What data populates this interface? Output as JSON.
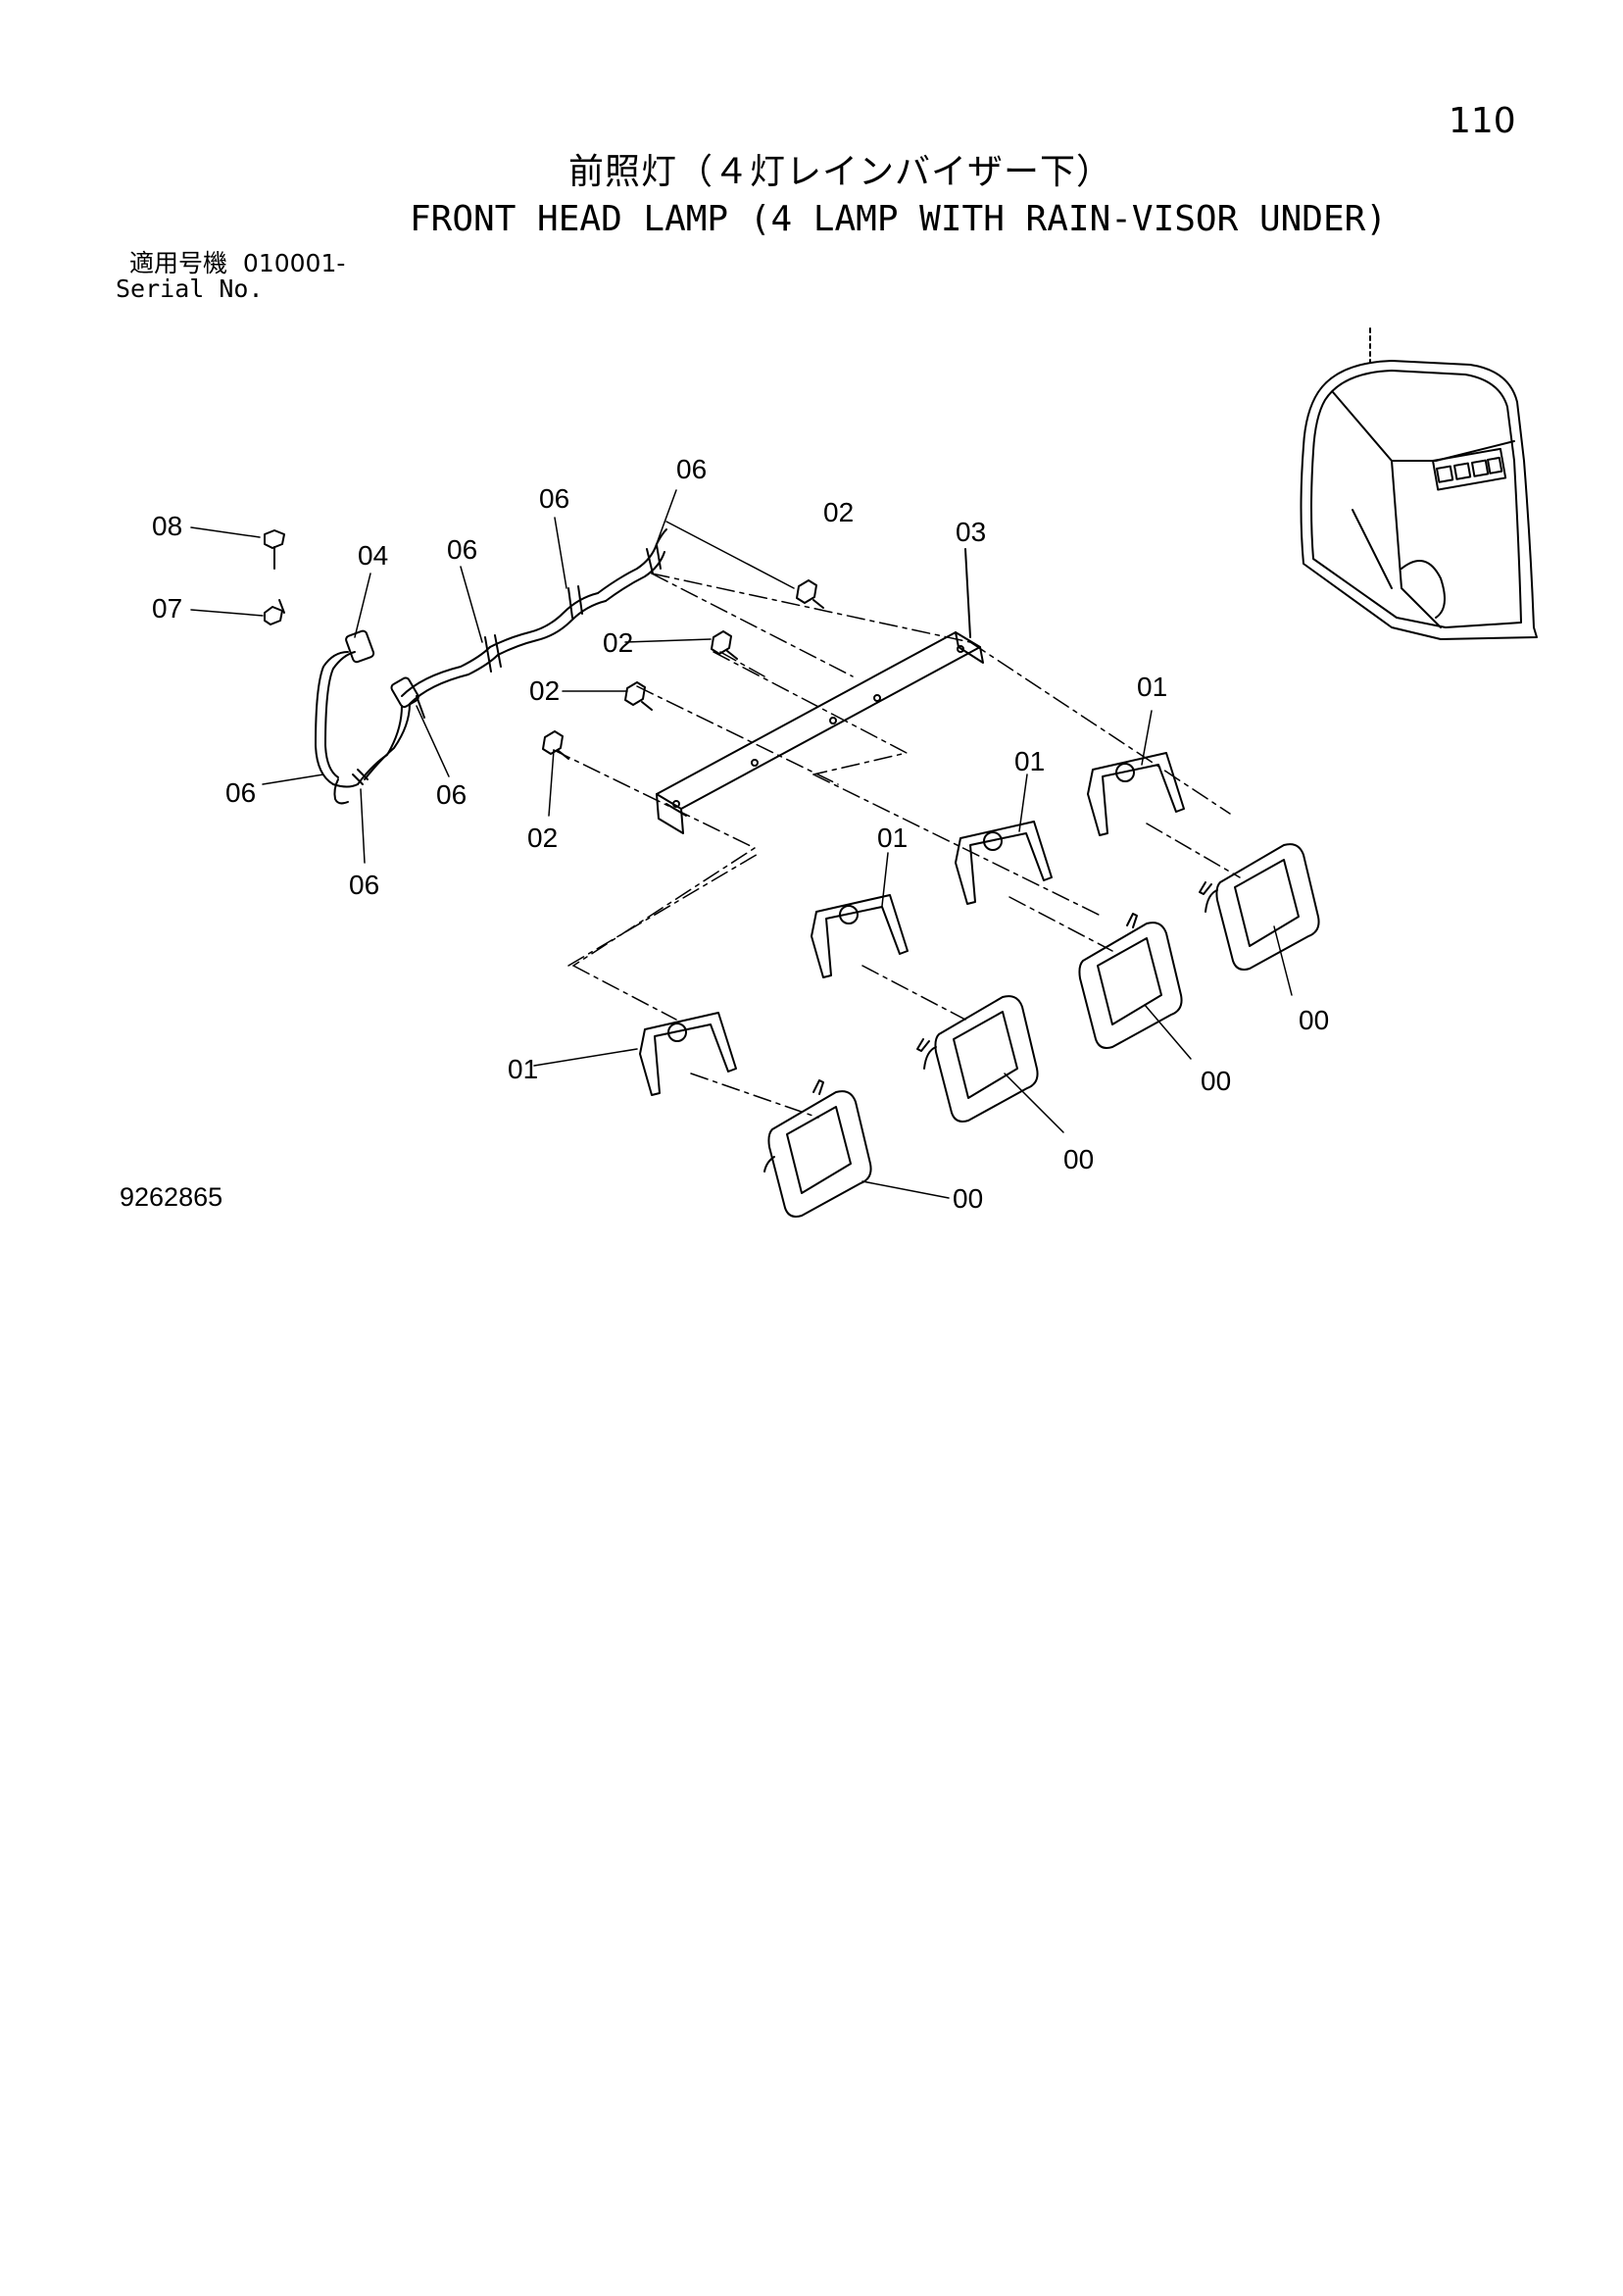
{
  "page_number": "110",
  "title_jp": "前照灯（４灯レインバイザー下）",
  "title_en": "FRONT HEAD LAMP (4 LAMP WITH RAIN-VISOR UNDER)",
  "serial": {
    "label_jp": "適用号機",
    "value": "010001-",
    "label_en": "Serial No."
  },
  "drawing_number": "9262865",
  "callouts": [
    {
      "id": "c08",
      "text": "08"
    },
    {
      "id": "c07",
      "text": "07"
    },
    {
      "id": "c04",
      "text": "04"
    },
    {
      "id": "c06a",
      "text": "06"
    },
    {
      "id": "c06b",
      "text": "06"
    },
    {
      "id": "c06c",
      "text": "06"
    },
    {
      "id": "c06d",
      "text": "06"
    },
    {
      "id": "c06e",
      "text": "06"
    },
    {
      "id": "c06f",
      "text": "06"
    },
    {
      "id": "c02a",
      "text": "02"
    },
    {
      "id": "c02b",
      "text": "02"
    },
    {
      "id": "c02c",
      "text": "02"
    },
    {
      "id": "c02d",
      "text": "02"
    },
    {
      "id": "c03",
      "text": "03"
    },
    {
      "id": "c01a",
      "text": "01"
    },
    {
      "id": "c01b",
      "text": "01"
    },
    {
      "id": "c01c",
      "text": "01"
    },
    {
      "id": "c01d",
      "text": "01"
    },
    {
      "id": "c00a",
      "text": "00"
    },
    {
      "id": "c00b",
      "text": "00"
    },
    {
      "id": "c00c",
      "text": "00"
    },
    {
      "id": "c00d",
      "text": "00"
    }
  ]
}
